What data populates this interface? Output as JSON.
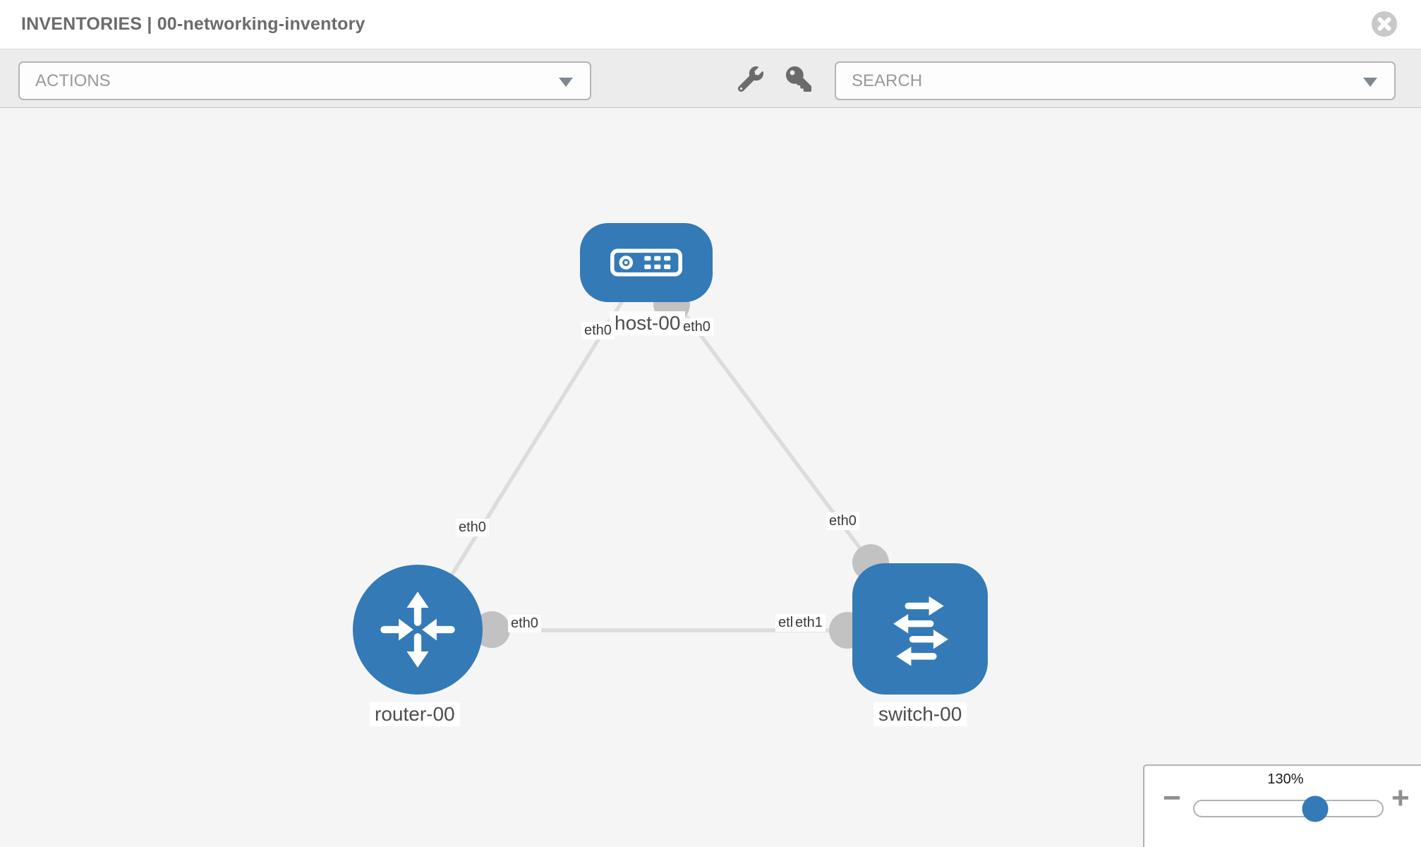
{
  "header": {
    "title": "INVENTORIES | 00-networking-inventory"
  },
  "toolbar": {
    "actions_label": "ACTIONS",
    "search_placeholder": "SEARCH",
    "icons": [
      "wrench-icon",
      "key-icon"
    ]
  },
  "topology": {
    "nodes": [
      {
        "label": "host-00",
        "type": "host"
      },
      {
        "label": "router-00",
        "type": "router"
      },
      {
        "label": "switch-00",
        "type": "switch"
      }
    ],
    "links": [
      {
        "from": "host-00",
        "to": "router-00",
        "from_if": "eth0",
        "to_if": "eth0"
      },
      {
        "from": "host-00",
        "to": "switch-00",
        "from_if": "eth0",
        "to_if": "eth0"
      },
      {
        "from": "router-00",
        "to": "switch-00",
        "from_if": "eth0",
        "to_if": "eth1",
        "to_if_overlap": "eth0"
      }
    ]
  },
  "zoom_control": {
    "value": "130%",
    "percent": 64.4,
    "minus_label": "−",
    "plus_label": "+"
  },
  "colors": {
    "node_blue": "#337ab7",
    "link_gray": "#dcdcdc",
    "port_gray": "#c2c2c2",
    "toolbar_bg": "#ececec",
    "canvas_bg": "#f5f5f5"
  }
}
